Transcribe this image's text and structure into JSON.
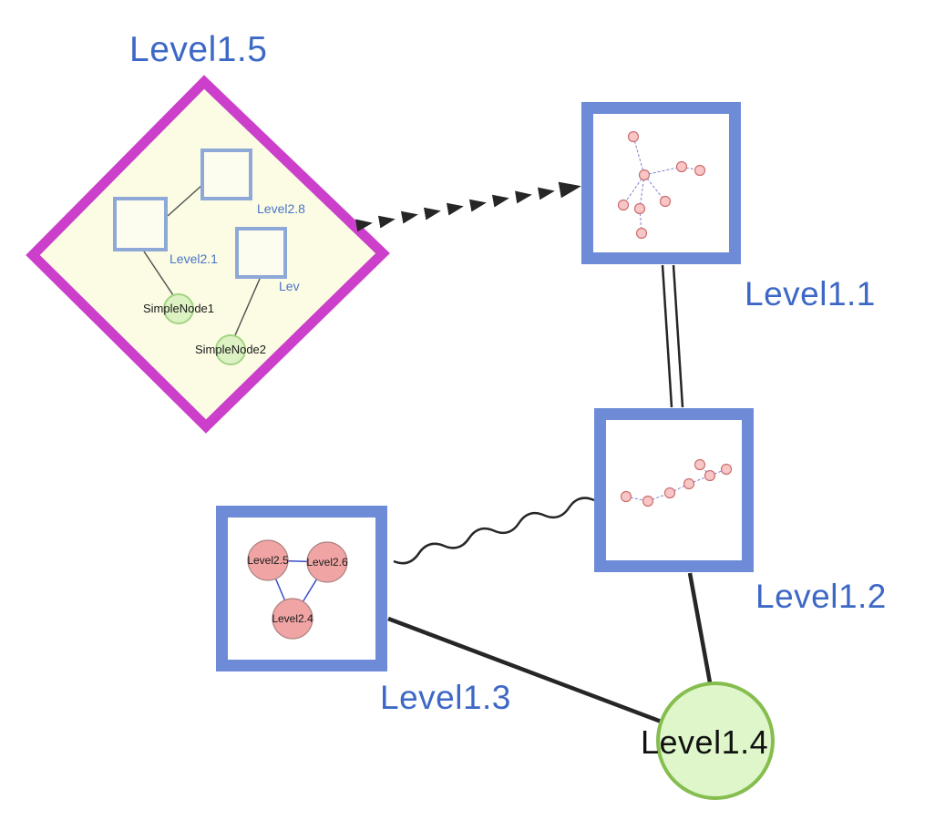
{
  "nodes": {
    "level15": {
      "label": "Level1.5",
      "shape": "diamond"
    },
    "level11": {
      "label": "Level1.1",
      "shape": "square"
    },
    "level12": {
      "label": "Level1.2",
      "shape": "square"
    },
    "level13": {
      "label": "Level1.3",
      "shape": "square"
    },
    "level14": {
      "label": "Level1.4",
      "shape": "circle"
    }
  },
  "level15_children": {
    "square_top": {
      "label": "Level2.8"
    },
    "square_left": {
      "label": "Level2.1"
    },
    "square_right": {
      "label": "Lev"
    },
    "simple1": {
      "label": "SimpleNode1"
    },
    "simple2": {
      "label": "SimpleNode2"
    }
  },
  "level13_children": {
    "left": {
      "label": "Level2.5"
    },
    "right": {
      "label": "Level2.6"
    },
    "bottom": {
      "label": "Level2.4"
    }
  },
  "edges": [
    {
      "from": "Level1.5",
      "to": "Level1.1",
      "style": "bold-dashed-arrow"
    },
    {
      "from": "Level1.1",
      "to": "Level1.2",
      "style": "double-line"
    },
    {
      "from": "Level1.3",
      "to": "Level1.2",
      "style": "wavy"
    },
    {
      "from": "Level1.3",
      "to": "Level1.4",
      "style": "solid"
    },
    {
      "from": "Level1.2",
      "to": "Level1.4",
      "style": "solid"
    }
  ],
  "colors": {
    "label_blue": "#3e68c6",
    "box_border_blue": "#6d8bd6",
    "diamond_border_magenta": "#cb3fcb",
    "diamond_fill": "#fbfce3",
    "green_node_fill": "#def6c9",
    "green_node_border": "#85bd4e",
    "pink_node_fill": "#f2a7a7",
    "edge_color": "#262626"
  }
}
